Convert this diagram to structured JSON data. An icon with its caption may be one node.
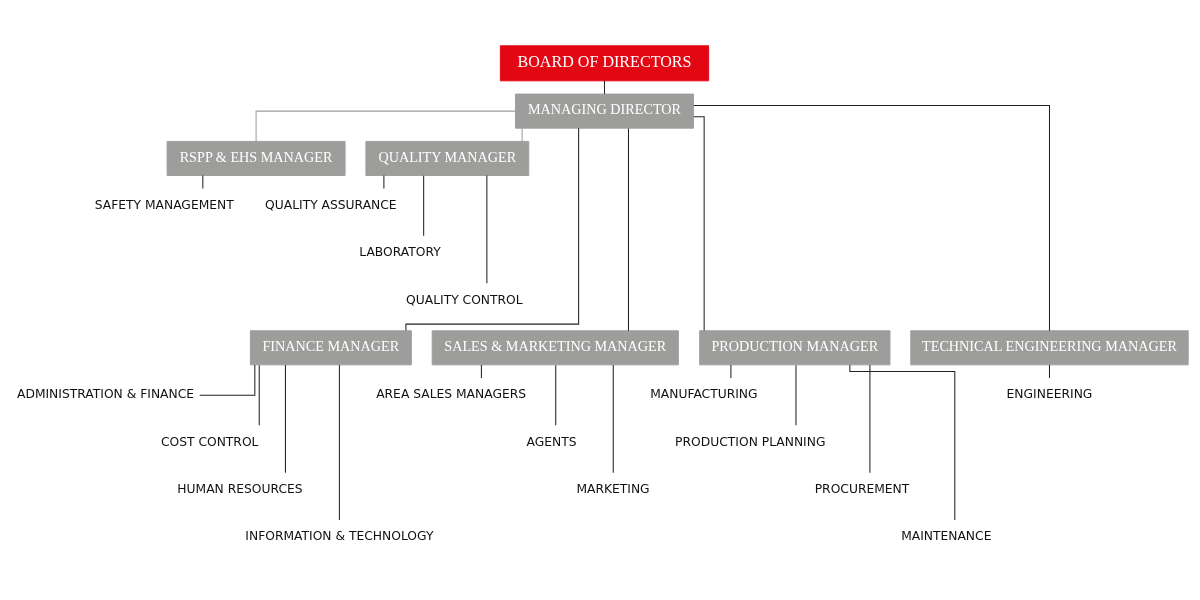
{
  "diagram": {
    "nodes": [
      {
        "text": [
          "BOARD OF DIRECTORS"
        ]
      },
      {
        "text": [
          "MANAGING DIRECTOR"
        ]
      },
      {
        "text": [
          "RSPP & EHS MANAGER"
        ]
      },
      {
        "text": [
          "QUALITY MANAGER"
        ]
      },
      {
        "text": [
          "SAFETY MANAGEMENT"
        ]
      },
      {
        "text": [
          "QUALITY ASSURANCE"
        ]
      },
      {
        "text": [
          "LABORATORY"
        ]
      },
      {
        "text": [
          "QUALITY CONTROL"
        ]
      },
      {
        "text": [
          "FINANCE MANAGER"
        ]
      },
      {
        "text": [
          "SALES & MARKETING MANAGER"
        ]
      },
      {
        "text": [
          "PRODUCTION MANAGER"
        ]
      },
      {
        "text": [
          "TECHNICAL ENGINEERING MANAGER"
        ]
      },
      {
        "text": [
          "ADMINISTRATION & FINANCE"
        ]
      },
      {
        "text": [
          "COST CONTROL"
        ]
      },
      {
        "text": [
          "HUMAN RESOURCES"
        ]
      },
      {
        "text": [
          "INFORMATION & TECHNOLOGY"
        ]
      },
      {
        "text": [
          "AREA SALES MANAGERS"
        ]
      },
      {
        "text": [
          "AGENTS"
        ]
      },
      {
        "text": [
          "MARKETING"
        ]
      },
      {
        "text": [
          "MANUFACTURING"
        ]
      },
      {
        "text": [
          "PRODUCTION PLANNING"
        ]
      },
      {
        "text": [
          "PROCUREMENT"
        ]
      },
      {
        "text": [
          "MAINTENANCE"
        ]
      },
      {
        "text": [
          "ENGINEERING"
        ]
      }
    ],
    "edges": [
      {
        "from": 0,
        "to": 1,
        "arrow": "none"
      },
      {
        "from": 1,
        "to": 2,
        "arrow": "none",
        "color": "#9d9d9d"
      },
      {
        "from": 1,
        "to": 3,
        "arrow": "none",
        "color": "#9d9d9d"
      },
      {
        "from": 2,
        "to": 4,
        "arrow": "none"
      },
      {
        "from": 3,
        "to": 5,
        "arrow": "none"
      },
      {
        "from": 3,
        "to": 6,
        "arrow": "none"
      },
      {
        "from": 3,
        "to": 7,
        "arrow": "none"
      },
      {
        "from": 1,
        "to": 8,
        "arrow": "none"
      },
      {
        "from": 1,
        "to": 9,
        "arrow": "none"
      },
      {
        "from": 1,
        "to": 10,
        "arrow": "none"
      },
      {
        "from": 1,
        "to": 11,
        "arrow": "none"
      },
      {
        "from": 8,
        "to": 12,
        "arrow": "none"
      },
      {
        "from": 8,
        "to": 13,
        "arrow": "none"
      },
      {
        "from": 8,
        "to": 14,
        "arrow": "none"
      },
      {
        "from": 8,
        "to": 15,
        "arrow": "none"
      },
      {
        "from": 9,
        "to": 16,
        "arrow": "none"
      },
      {
        "from": 9,
        "to": 17,
        "arrow": "none"
      },
      {
        "from": 9,
        "to": 18,
        "arrow": "none"
      },
      {
        "from": 10,
        "to": 19,
        "arrow": "none"
      },
      {
        "from": 10,
        "to": 20,
        "arrow": "none"
      },
      {
        "from": 10,
        "to": 21,
        "arrow": "none"
      },
      {
        "from": 10,
        "to": 22,
        "arrow": "none"
      },
      {
        "from": 11,
        "to": 23,
        "arrow": "none"
      }
    ]
  }
}
